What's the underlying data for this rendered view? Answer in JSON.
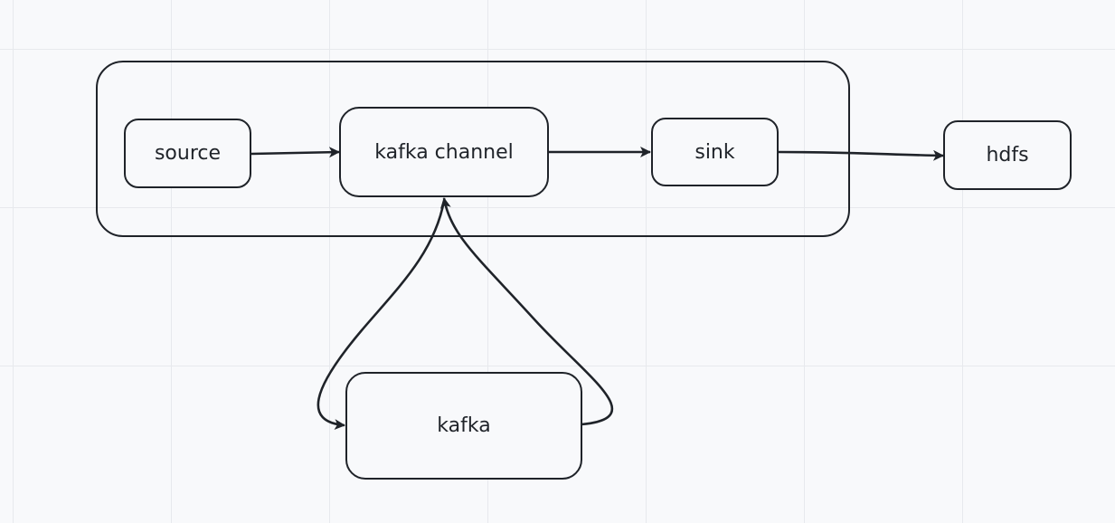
{
  "diagram": {
    "group": {
      "label": ""
    },
    "nodes": {
      "source": "source",
      "kafka_channel": "kafka channel",
      "sink": "sink",
      "hdfs": "hdfs",
      "kafka": "kafka"
    },
    "edges": [
      {
        "from": "source",
        "to": "kafka channel"
      },
      {
        "from": "kafka channel",
        "to": "sink"
      },
      {
        "from": "sink",
        "to": "hdfs"
      },
      {
        "from": "kafka",
        "to": "kafka channel"
      },
      {
        "from": "kafka channel",
        "to": "kafka"
      }
    ],
    "colors": {
      "stroke": "#1f2329",
      "background": "#f8f9fb",
      "grid": "#e7e9ed"
    }
  }
}
